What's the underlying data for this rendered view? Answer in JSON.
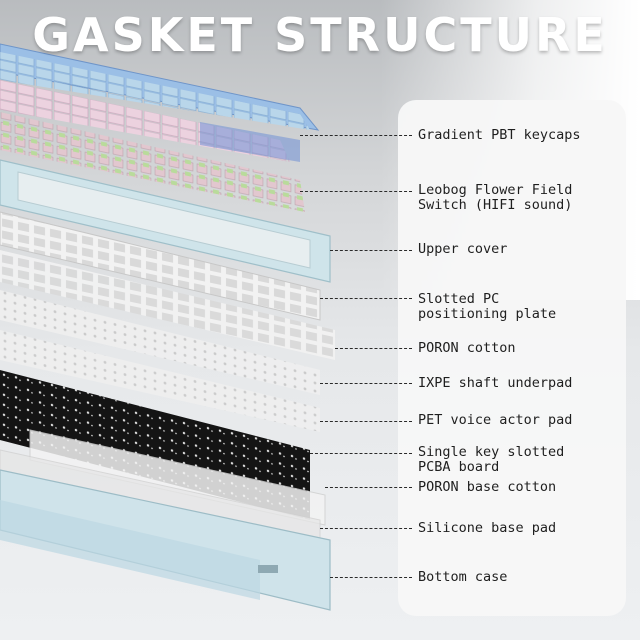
{
  "title": "GASKET STRUCTURE",
  "layers": [
    {
      "label": "Gradient PBT keycaps"
    },
    {
      "label": "Leobog Flower Field\nSwitch (HIFI sound)"
    },
    {
      "label": "Upper cover"
    },
    {
      "label": "Slotted PC\npositioning plate"
    },
    {
      "label": "PORON cotton"
    },
    {
      "label": "IXPE shaft underpad"
    },
    {
      "label": "PET voice actor pad"
    },
    {
      "label": "Single key slotted\nPCBA board"
    },
    {
      "label": "PORON base cotton"
    },
    {
      "label": "Silicone base pad"
    },
    {
      "label": "Bottom case"
    }
  ],
  "colors": {
    "keycap_blue": "#8fb5e0",
    "keycap_pink": "#e7c3d6",
    "keycap_teal": "#a9d7dc",
    "switch_green": "#b7d89a",
    "case_blue": "#cfe3ea",
    "pcb_black": "#111111",
    "plate_white": "#f1f1f1"
  }
}
